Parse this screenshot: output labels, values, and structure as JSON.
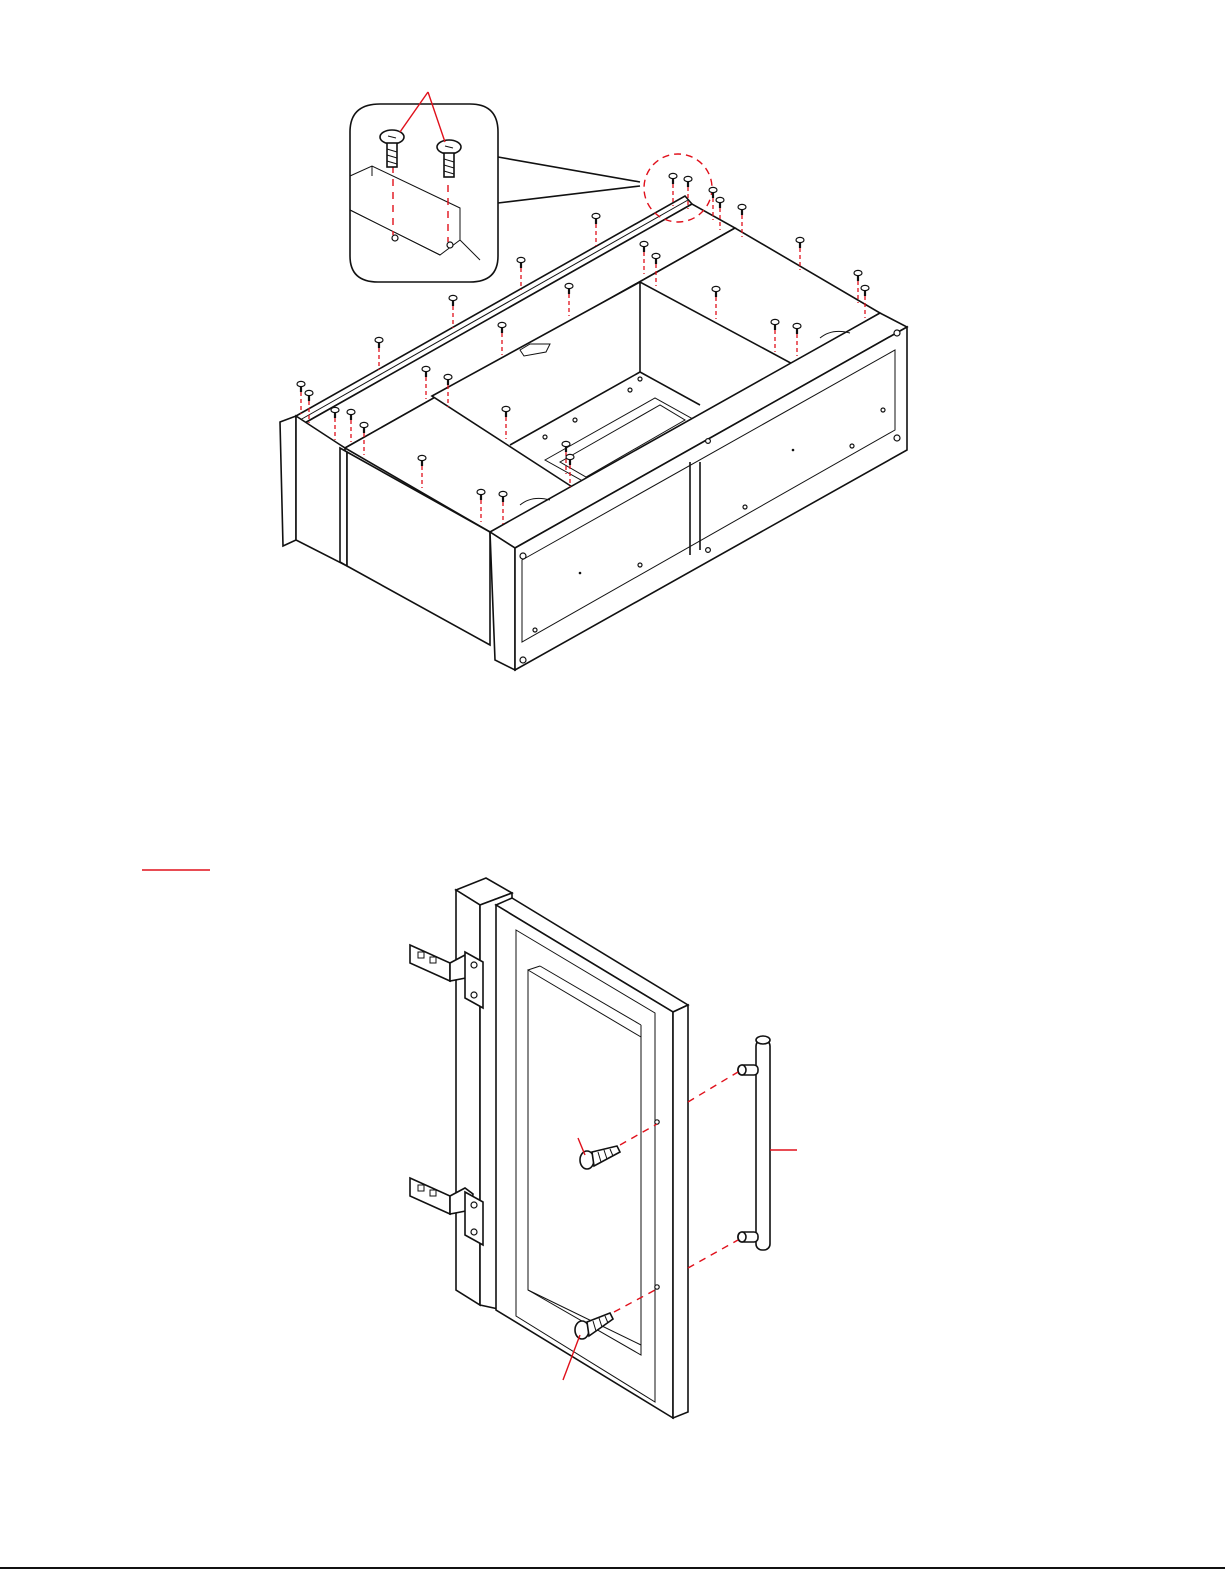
{
  "colors": {
    "line": "#111111",
    "leader": "#e0101b",
    "background": "#ffffff"
  },
  "diagram": {
    "top_figure": {
      "description_icon_names": [
        "screw-icon",
        "cabinet-drawer-box-icon",
        "detail-callout-icon"
      ],
      "screw_count_visible": 34
    },
    "bottom_figure": {
      "description_icon_names": [
        "door-panel-icon",
        "hinge-icon",
        "bar-handle-icon",
        "handle-screw-icon"
      ],
      "hinge_count": 2,
      "handle_screw_count": 2
    }
  },
  "footer": {
    "rule": true
  }
}
